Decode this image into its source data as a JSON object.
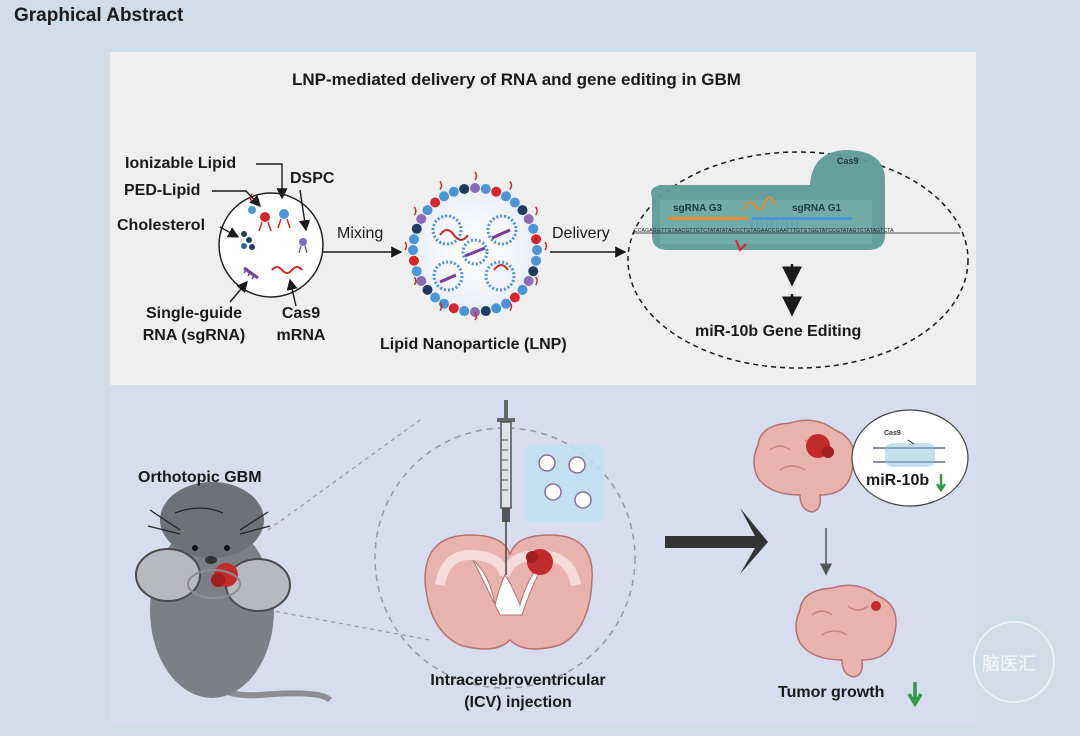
{
  "header": {
    "title": "Graphical Abstract"
  },
  "top_panel": {
    "title": "LNP-mediated delivery of RNA and gene editing in GBM",
    "components": {
      "ionizable_lipid": "Ionizable Lipid",
      "ped_lipid": "PED-Lipid",
      "dspc": "DSPC",
      "cholesterol": "Cholesterol",
      "sgrna_line1": "Single-guide",
      "sgrna_line2": "RNA (sgRNA)",
      "cas9_line1": "Cas9",
      "cas9_line2": "mRNA"
    },
    "mixing_label": "Mixing",
    "delivery_label": "Delivery",
    "lnp_label": "Lipid Nanoparticle (LNP)",
    "editing": {
      "cas9": "Cas9",
      "sgrna_g3": "sgRNA G3",
      "sgrna_g1": "sgRNA G1",
      "dna_sequence": "CCAGAGGTTGTAACGTTGTCTATATATACCCTGTAGAACCGAATTTGTGTGGTATCCGTATAGTCTATAGTCTA",
      "result": "miR-10b Gene Editing"
    }
  },
  "bottom_panel": {
    "model_label": "Orthotopic GBM",
    "injection_line1": "Intracerebroventricular",
    "injection_line2": "(ICV) injection",
    "inset_cas9": "Cas9",
    "mir_label": "miR-10b",
    "outcome_label": "Tumor growth",
    "watermark": "脑医汇"
  },
  "colors": {
    "background": "#cfdde6",
    "top_panel": "#efefef",
    "bottom_panel": "#d7dcef",
    "cas9_protein": "#5e9b98",
    "tumor": "#c22a2e",
    "brain": "#e8b2ad",
    "down_arrow": "#2e9a45",
    "lipid_red": "#d7262b",
    "lipid_blue": "#4b94d6",
    "sgrna_purple": "#7a3d98"
  }
}
